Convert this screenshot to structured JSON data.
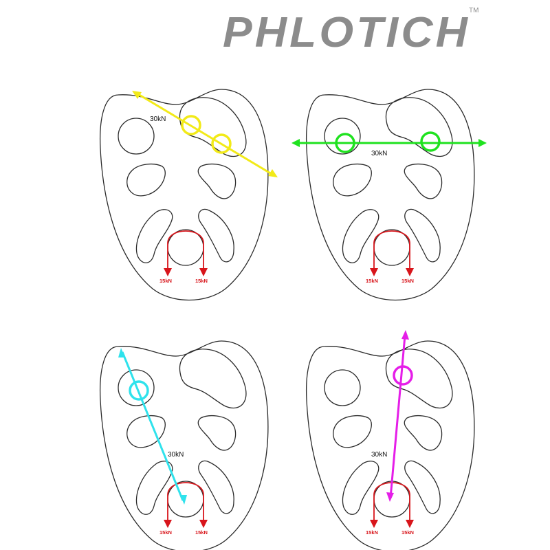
{
  "brand": {
    "name": "PHLOTICH",
    "trademark": "TM",
    "color": "#8c8c8c"
  },
  "colors": {
    "outline": "#2a2a2a",
    "red_load": "#d8151b",
    "yellow": "#f2ea18",
    "green": "#1fe21f",
    "cyan": "#2fe2ec",
    "magenta": "#e51ee8"
  },
  "panels": [
    {
      "id": "top-left",
      "color_name": "yellow",
      "main_load": "30kN",
      "side_loads": [
        "15kN",
        "15kN"
      ]
    },
    {
      "id": "top-right",
      "color_name": "green",
      "main_load": "30kN",
      "side_loads": [
        "15kN",
        "15kN"
      ]
    },
    {
      "id": "bottom-left",
      "color_name": "cyan",
      "main_load": "30kN",
      "side_loads": [
        "15kN",
        "15kN"
      ]
    },
    {
      "id": "bottom-right",
      "color_name": "magenta",
      "main_load": "30kN",
      "side_loads": [
        "15kN",
        "15kN"
      ]
    }
  ]
}
